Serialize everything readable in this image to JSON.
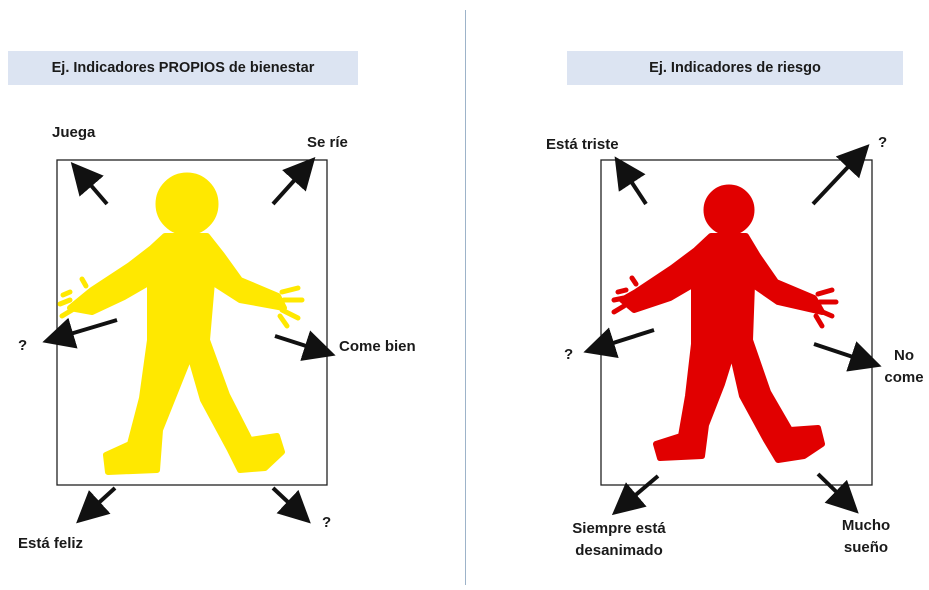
{
  "left_panel": {
    "title": "Ej. Indicadores PROPIOS de bienestar",
    "figure_color": "#ffe800",
    "labels": {
      "top_left": "Juega",
      "top_right": "Se ríe",
      "mid_left": "?",
      "mid_right": "Come bien",
      "bottom_left": "Está feliz",
      "bottom_right": "?"
    }
  },
  "right_panel": {
    "title": "Ej. Indicadores de riesgo",
    "figure_color": "#e10000",
    "labels": {
      "top_left": "Está triste",
      "top_right": "?",
      "mid_left": "?",
      "mid_right_line1": "No",
      "mid_right_line2": "come",
      "bottom_left_line1": "Siempre está",
      "bottom_left_line2": "desanimado",
      "bottom_right_line1": "Mucho",
      "bottom_right_line2": "sueño"
    }
  },
  "colors": {
    "title_background": "#dce4f2",
    "divider": "#9db3c9",
    "arrow": "#111111"
  }
}
